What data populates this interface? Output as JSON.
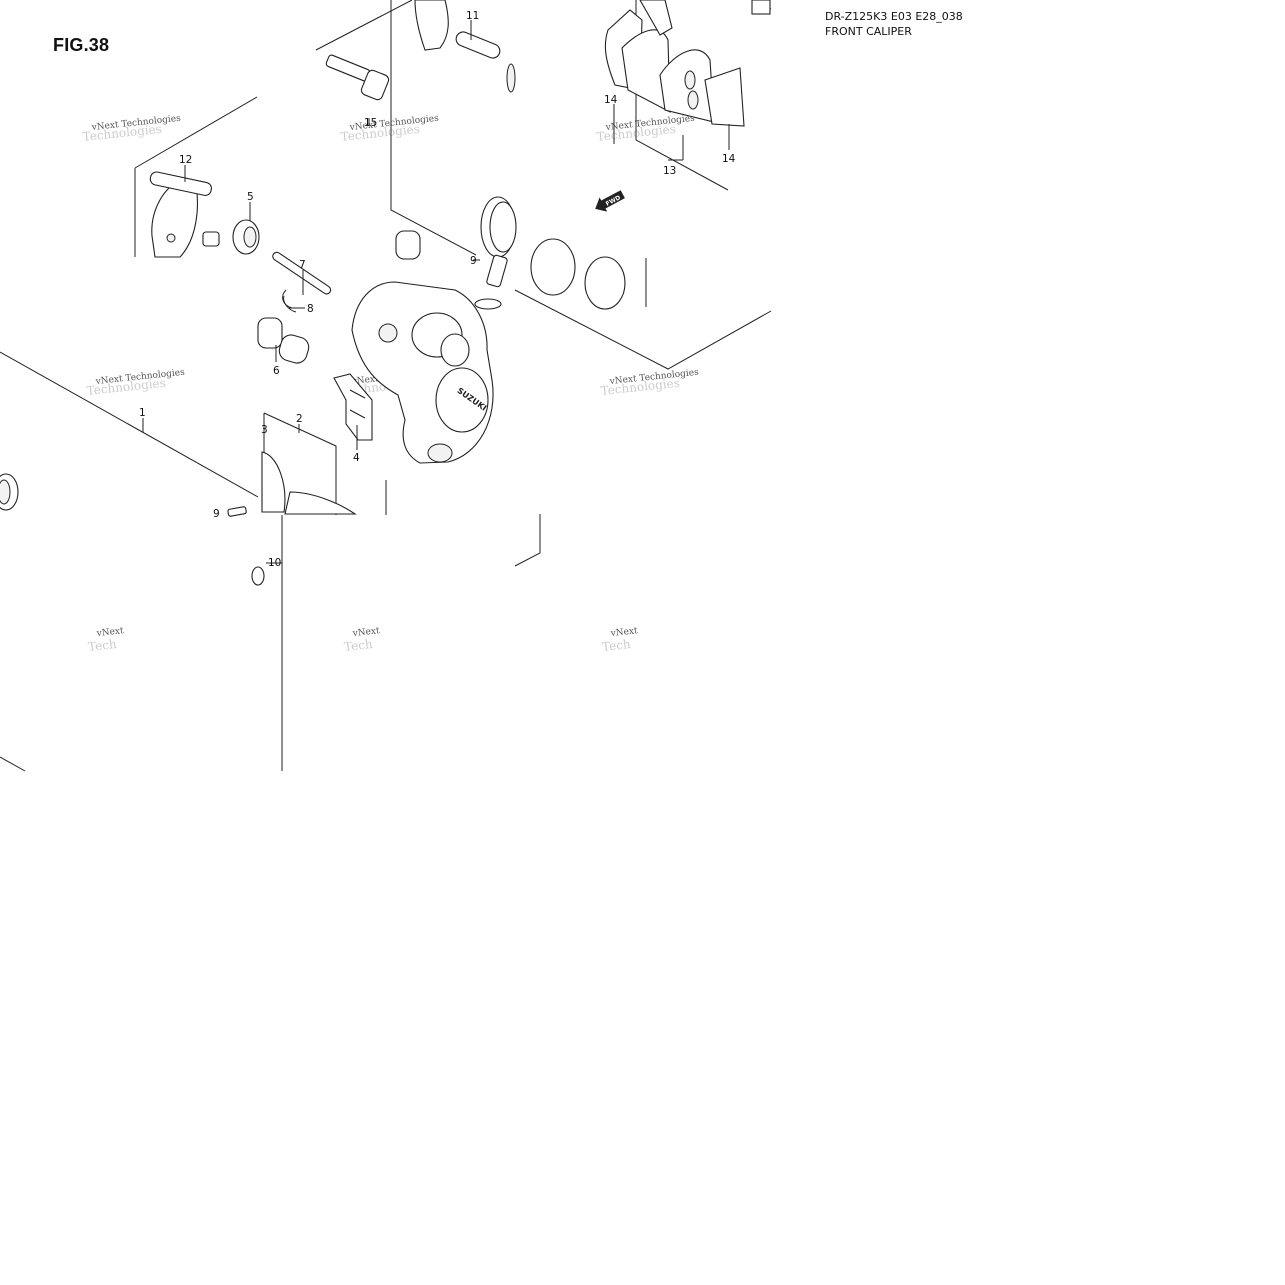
{
  "header": {
    "fig_label": "FIG.38",
    "model_code": "DR-Z125K3 E03 E28_038",
    "section_name": "FRONT CALIPER"
  },
  "callouts": [
    {
      "id": "c1",
      "text": "1"
    },
    {
      "id": "c2",
      "text": "2"
    },
    {
      "id": "c3",
      "text": "3"
    },
    {
      "id": "c4",
      "text": "4"
    },
    {
      "id": "c5",
      "text": "5"
    },
    {
      "id": "c6",
      "text": "6"
    },
    {
      "id": "c7",
      "text": "7"
    },
    {
      "id": "c8",
      "text": "8"
    },
    {
      "id": "c9a",
      "text": "9"
    },
    {
      "id": "c9b",
      "text": "9"
    },
    {
      "id": "c10",
      "text": "10"
    },
    {
      "id": "c11",
      "text": "11"
    },
    {
      "id": "c12",
      "text": "12"
    },
    {
      "id": "c13",
      "text": "13"
    },
    {
      "id": "c14a",
      "text": "14"
    },
    {
      "id": "c14b",
      "text": "14"
    },
    {
      "id": "c15",
      "text": "15"
    }
  ],
  "direction_marker": {
    "text": "FWD",
    "icon": "arrow-left-icon"
  },
  "watermark": {
    "line1": "vNext Technologies",
    "line2": "Technologies"
  }
}
